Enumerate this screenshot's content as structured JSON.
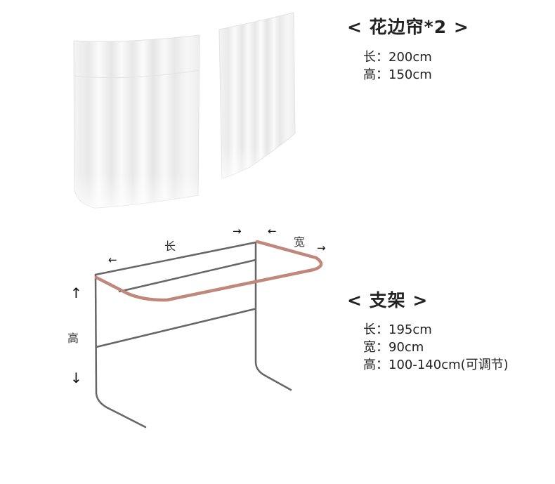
{
  "curtain_section": {
    "title": "< 花边帘*2 >",
    "specs": [
      {
        "label": "长：",
        "value": "200cm"
      },
      {
        "label": "高：",
        "value": "150cm"
      }
    ]
  },
  "frame_section": {
    "title": "< 支架 >",
    "specs": [
      {
        "label": "长：",
        "value": "195cm"
      },
      {
        "label": "宽：",
        "value": "90cm"
      },
      {
        "label": "高：",
        "value": "100-140cm(可调节)"
      }
    ]
  },
  "diagram": {
    "length_label": "长",
    "width_label": "宽",
    "height_label": "高",
    "arrow_left": "←",
    "arrow_right": "→",
    "arrow_up": "↑",
    "arrow_down": "↓",
    "colors": {
      "frame": "#666666",
      "rail": "#c0877b"
    }
  }
}
